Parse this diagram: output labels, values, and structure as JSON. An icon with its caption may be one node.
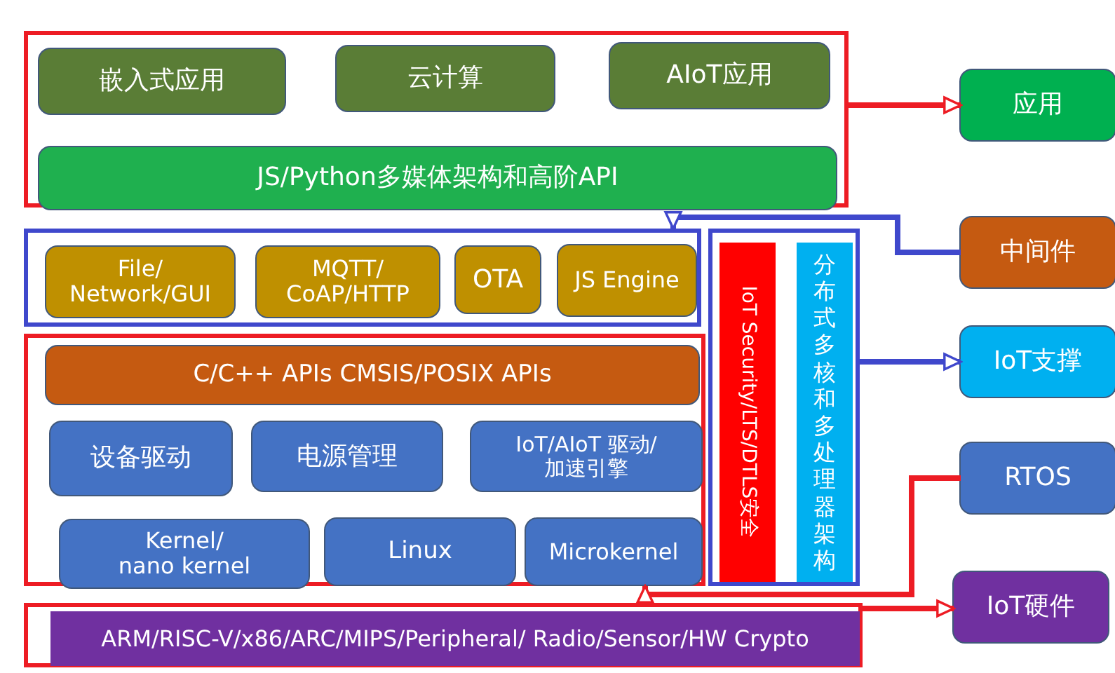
{
  "diagram": {
    "nodes": [
      {
        "text": [],
        "shape": "box"
      },
      {
        "text": [
          "嵌入式应用"
        ],
        "in": 0
      },
      {
        "text": [
          "云计算"
        ],
        "in": 0
      },
      {
        "text": [
          "AIoT应用"
        ],
        "in": 0
      },
      {
        "text": [
          "JS/Python多媒体架构和高阶API"
        ],
        "in": 0
      },
      {
        "text": [],
        "shape": "box"
      },
      {
        "text": [
          "File/ Network/GUI"
        ],
        "in": 5
      },
      {
        "text": [
          "MQTT/ CoAP/HTTP"
        ],
        "in": 5
      },
      {
        "text": [
          "OTA"
        ],
        "in": 5
      },
      {
        "text": [
          "JS Engine"
        ],
        "in": 5
      },
      {
        "text": [],
        "shape": "box"
      },
      {
        "text": [
          "C/C++ APIs CMSIS/POSIX APIs"
        ],
        "in": 10
      },
      {
        "text": [
          "设备驱动"
        ],
        "in": 10
      },
      {
        "text": [
          "电源管理"
        ],
        "in": 10
      },
      {
        "text": [
          "IoT/AIoT 驱动/加速引擎"
        ],
        "in": 10
      },
      {
        "text": [
          "Kernel/ nano kernel"
        ],
        "in": 10
      },
      {
        "text": [
          "Linux"
        ],
        "in": 10
      },
      {
        "text": [
          "Microkernel"
        ],
        "in": 10
      },
      {
        "text": [],
        "shape": "box"
      },
      {
        "text": [
          "IoT Security/LTS/DTLS安全"
        ],
        "in": 18
      },
      {
        "text": [
          "分布式多核和多处理器架构"
        ],
        "in": 18
      },
      {
        "text": [],
        "shape": "box"
      },
      {
        "text": [
          "ARM/RISC-V/x86/ARC/MIPS/Peripheral/ Radio/Sensor/HW Crypto"
        ],
        "in": 21
      },
      {
        "text": [
          "应用"
        ]
      },
      {
        "text": [
          "中间件"
        ]
      },
      {
        "text": [
          "IoT支撑"
        ]
      },
      {
        "text": [
          "RTOS"
        ]
      },
      {
        "text": [
          "IoT硬件"
        ]
      }
    ],
    "edges": [
      {
        "from": 0,
        "to": 23,
        "arrow": "to"
      },
      {
        "from": 24,
        "to": 5,
        "arrow": "to",
        "color": "#3f48cc"
      },
      {
        "from": 18,
        "to": 25,
        "arrow": "to",
        "color": "#3f48cc"
      },
      {
        "from": 26,
        "to": 10,
        "arrow": "to"
      },
      {
        "from": 21,
        "to": 27,
        "arrow": "to"
      }
    ]
  }
}
